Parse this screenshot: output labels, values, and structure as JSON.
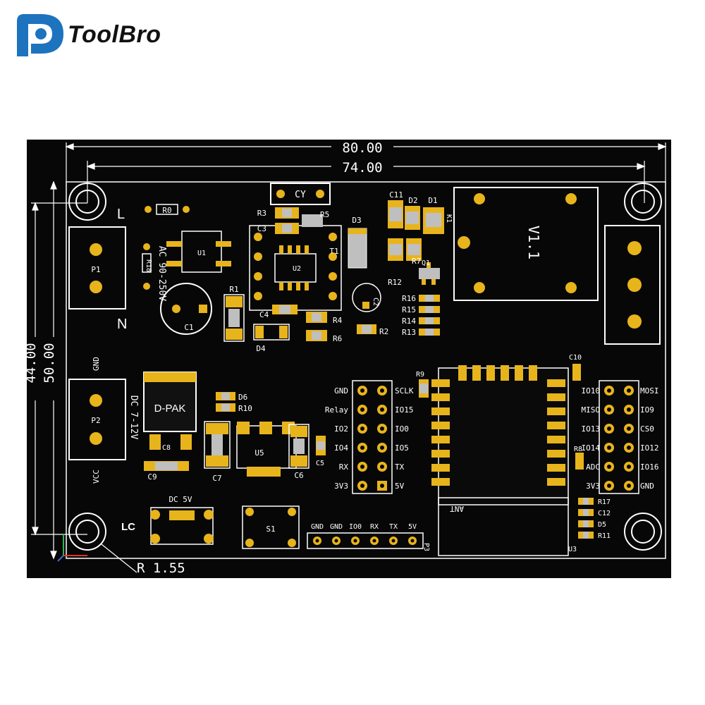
{
  "brand": {
    "name": "ToolBro",
    "logo_color": "#1e73be",
    "text_color": "#111111"
  },
  "board": {
    "colors": {
      "solder_mask": "#070707",
      "copper_pad": "#e8b41c",
      "silkscreen": "#ffffff",
      "smd_body": "#bfbfbf",
      "module_body": "#0a0a0a"
    },
    "dimensions": {
      "width": "80.00",
      "inner_width": "74.00",
      "height": "50.00",
      "inner_height": "44.00",
      "hole_radius": "R 1.55"
    },
    "labels": {
      "cy": "CY",
      "r0": "R0",
      "ac": "AC 90-250V",
      "n": "N",
      "l": "L",
      "r18": "R18",
      "u1": "U1",
      "c1": "C1",
      "p1": "P1",
      "p2": "P2",
      "gnd": "GND",
      "vcc": "VCC",
      "dc": "DC 7-12V",
      "dpak": "D-PAK",
      "r1": "R1",
      "r3": "R3",
      "c3": "C3",
      "r5": "R5",
      "u2": "U2",
      "t1": "T1",
      "d3": "D3",
      "c4": "C4",
      "r4": "R4",
      "r6": "R6",
      "d4": "D4",
      "c2": "C2",
      "r2": "R2",
      "c11": "C11",
      "d2": "D2",
      "d1": "D1",
      "r7": "R7",
      "r12": "R12",
      "q1": "Q1",
      "k1": "K1",
      "v11": "V1.1",
      "r16": "R16",
      "r15": "R15",
      "r14": "R14",
      "r13": "R13",
      "d6": "D6",
      "r10": "R10",
      "c7": "C7",
      "u5": "U5",
      "c6": "C6",
      "c5": "C5",
      "c9": "C9",
      "c8": "C8",
      "dc5v": "DC 5V",
      "lc": "LC",
      "s1": "S1",
      "p3": "P3",
      "r9": "R9",
      "c10": "C10",
      "r8": "R8",
      "ant": "ANT",
      "u3": "U3",
      "r17": "R17",
      "c12": "C12",
      "d5": "D5",
      "r11": "R11"
    },
    "header_left": {
      "left": [
        "GND",
        "Relay",
        "IO2",
        "IO4",
        "RX",
        "3V3"
      ],
      "right": [
        "SCLK",
        "IO15",
        "IO0",
        "IO5",
        "TX",
        "5V"
      ]
    },
    "header_right": {
      "left": [
        "IO10",
        "MISO",
        "IO13",
        "IO14",
        "ADC",
        "3V3"
      ],
      "right": [
        "MOSI",
        "IO9",
        "CS0",
        "IO12",
        "IO16",
        "GND"
      ]
    },
    "header_bottom": [
      "GND",
      "GND",
      "IO0",
      "RX",
      "TX",
      "5V"
    ]
  }
}
